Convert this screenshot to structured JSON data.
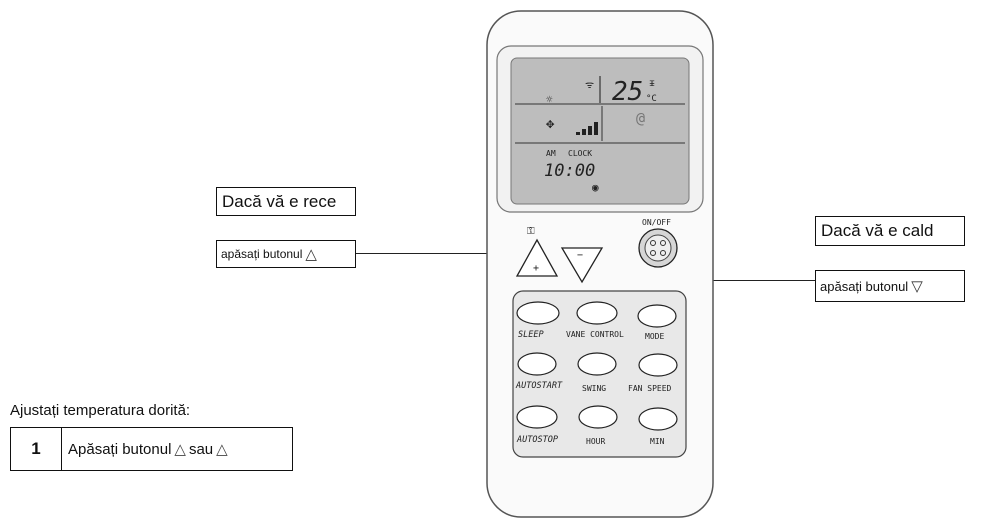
{
  "callouts": {
    "cold_title": "Dacă vă e rece",
    "cold_instruction": "apăsați butonul",
    "warm_title": "Dacă vă e cald",
    "warm_instruction": "apăsați butonul"
  },
  "instructions": {
    "heading": "Ajustați temperatura dorită:",
    "step_number": "1",
    "step_text_before": "Apăsați butonul",
    "step_text_middle": "sau"
  },
  "remote": {
    "display": {
      "temperature": "25",
      "unit": "°C",
      "am": "AM",
      "clock_label": "CLOCK",
      "time": "10:00"
    },
    "on_off_label": "ON/OFF",
    "up_symbol": "+",
    "down_symbol": "−",
    "buttons": [
      {
        "label": "SLEEP"
      },
      {
        "label": "VANE CONTROL"
      },
      {
        "label": "MODE"
      },
      {
        "label": "AUTOSTART"
      },
      {
        "label": "SWING"
      },
      {
        "label": "FAN SPEED"
      },
      {
        "label": "AUTOSTOP"
      },
      {
        "label": "HOUR"
      },
      {
        "label": "MIN"
      }
    ]
  },
  "icons": {
    "up_triangle": "warning-triangle-icon",
    "down_triangle": "down-triangle-icon"
  }
}
